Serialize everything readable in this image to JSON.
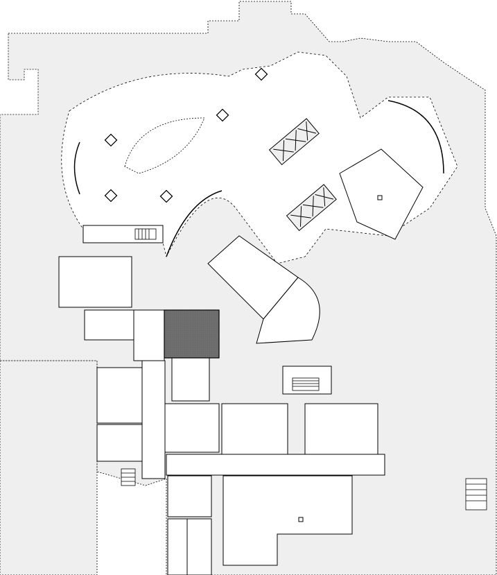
{
  "colors": {
    "background": "#ffffff",
    "floor": "#efefef",
    "room": "#ffffff",
    "highlight": "#6b6b6b",
    "wall": "#000000"
  },
  "plan": {
    "highlighted_room": "selected-room",
    "diamond_markers": 5,
    "elevator_banks": 2
  }
}
